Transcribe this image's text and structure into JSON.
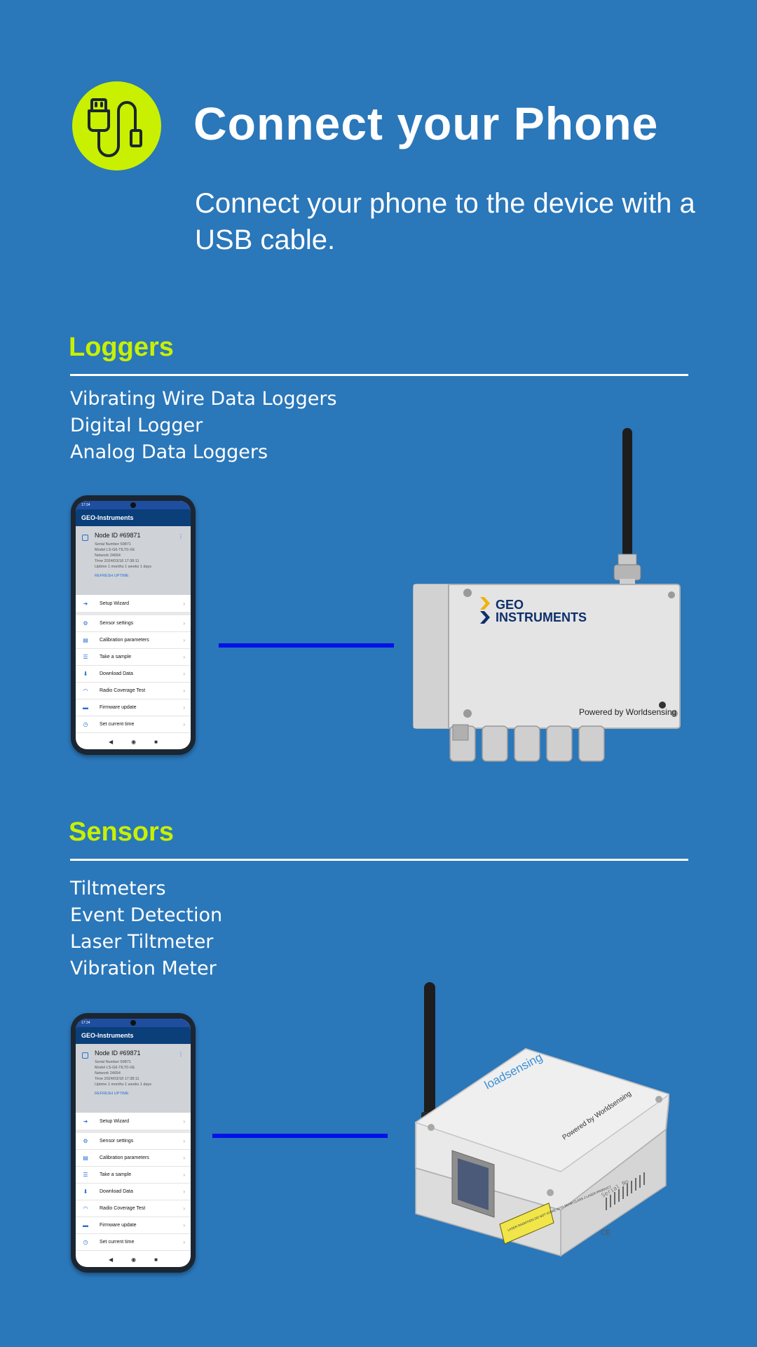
{
  "header": {
    "icon": "usb-cable-icon",
    "title": "Connect your Phone",
    "subtitle": "Connect your phone to the device with a USB cable."
  },
  "loggers": {
    "title": "Loggers",
    "items": [
      "Vibrating Wire Data Loggers",
      "Digital Logger",
      "Analog Data Loggers"
    ]
  },
  "sensors": {
    "title": "Sensors",
    "items": [
      "Tiltmeters",
      "Event Detection",
      "Laser Tiltmeter",
      "Vibration Meter"
    ]
  },
  "phone": {
    "status_time": "17:34",
    "app_title": "GEO-Instruments",
    "node_id": "Node ID #69871",
    "serial": "Serial Number 69871",
    "model": "Model LS-G6-TILT0-XE",
    "network": "Network 24654",
    "time": "Time 2024/03/18 17:38:11",
    "uptime": "Uptime 1 months 1 weeks 1 days",
    "refresh": "REFRESH UPTIME",
    "menu": [
      "Setup Wizard",
      "Sensor settings",
      "Calibration parameters",
      "Take a sample",
      "Download Data",
      "Radio Coverage Test",
      "Firmware update",
      "Set current time"
    ]
  },
  "logger_device": {
    "brand_line1": "GEO",
    "brand_line2": "INSTRUMENTS",
    "powered_by": "Powered by Worldsensing"
  },
  "sensor_device": {
    "brand": "loadsensing",
    "powered_by": "Powered by Worldsensing",
    "serial_label": "Serial No",
    "warning": "LASER RADIATION DO NOT STARE INTO BEAM CLASS 2 LASER PRODUCT",
    "ce": "CE"
  },
  "colors": {
    "background": "#2a77ba",
    "accent": "#c8f000",
    "connector": "#0010e8"
  }
}
